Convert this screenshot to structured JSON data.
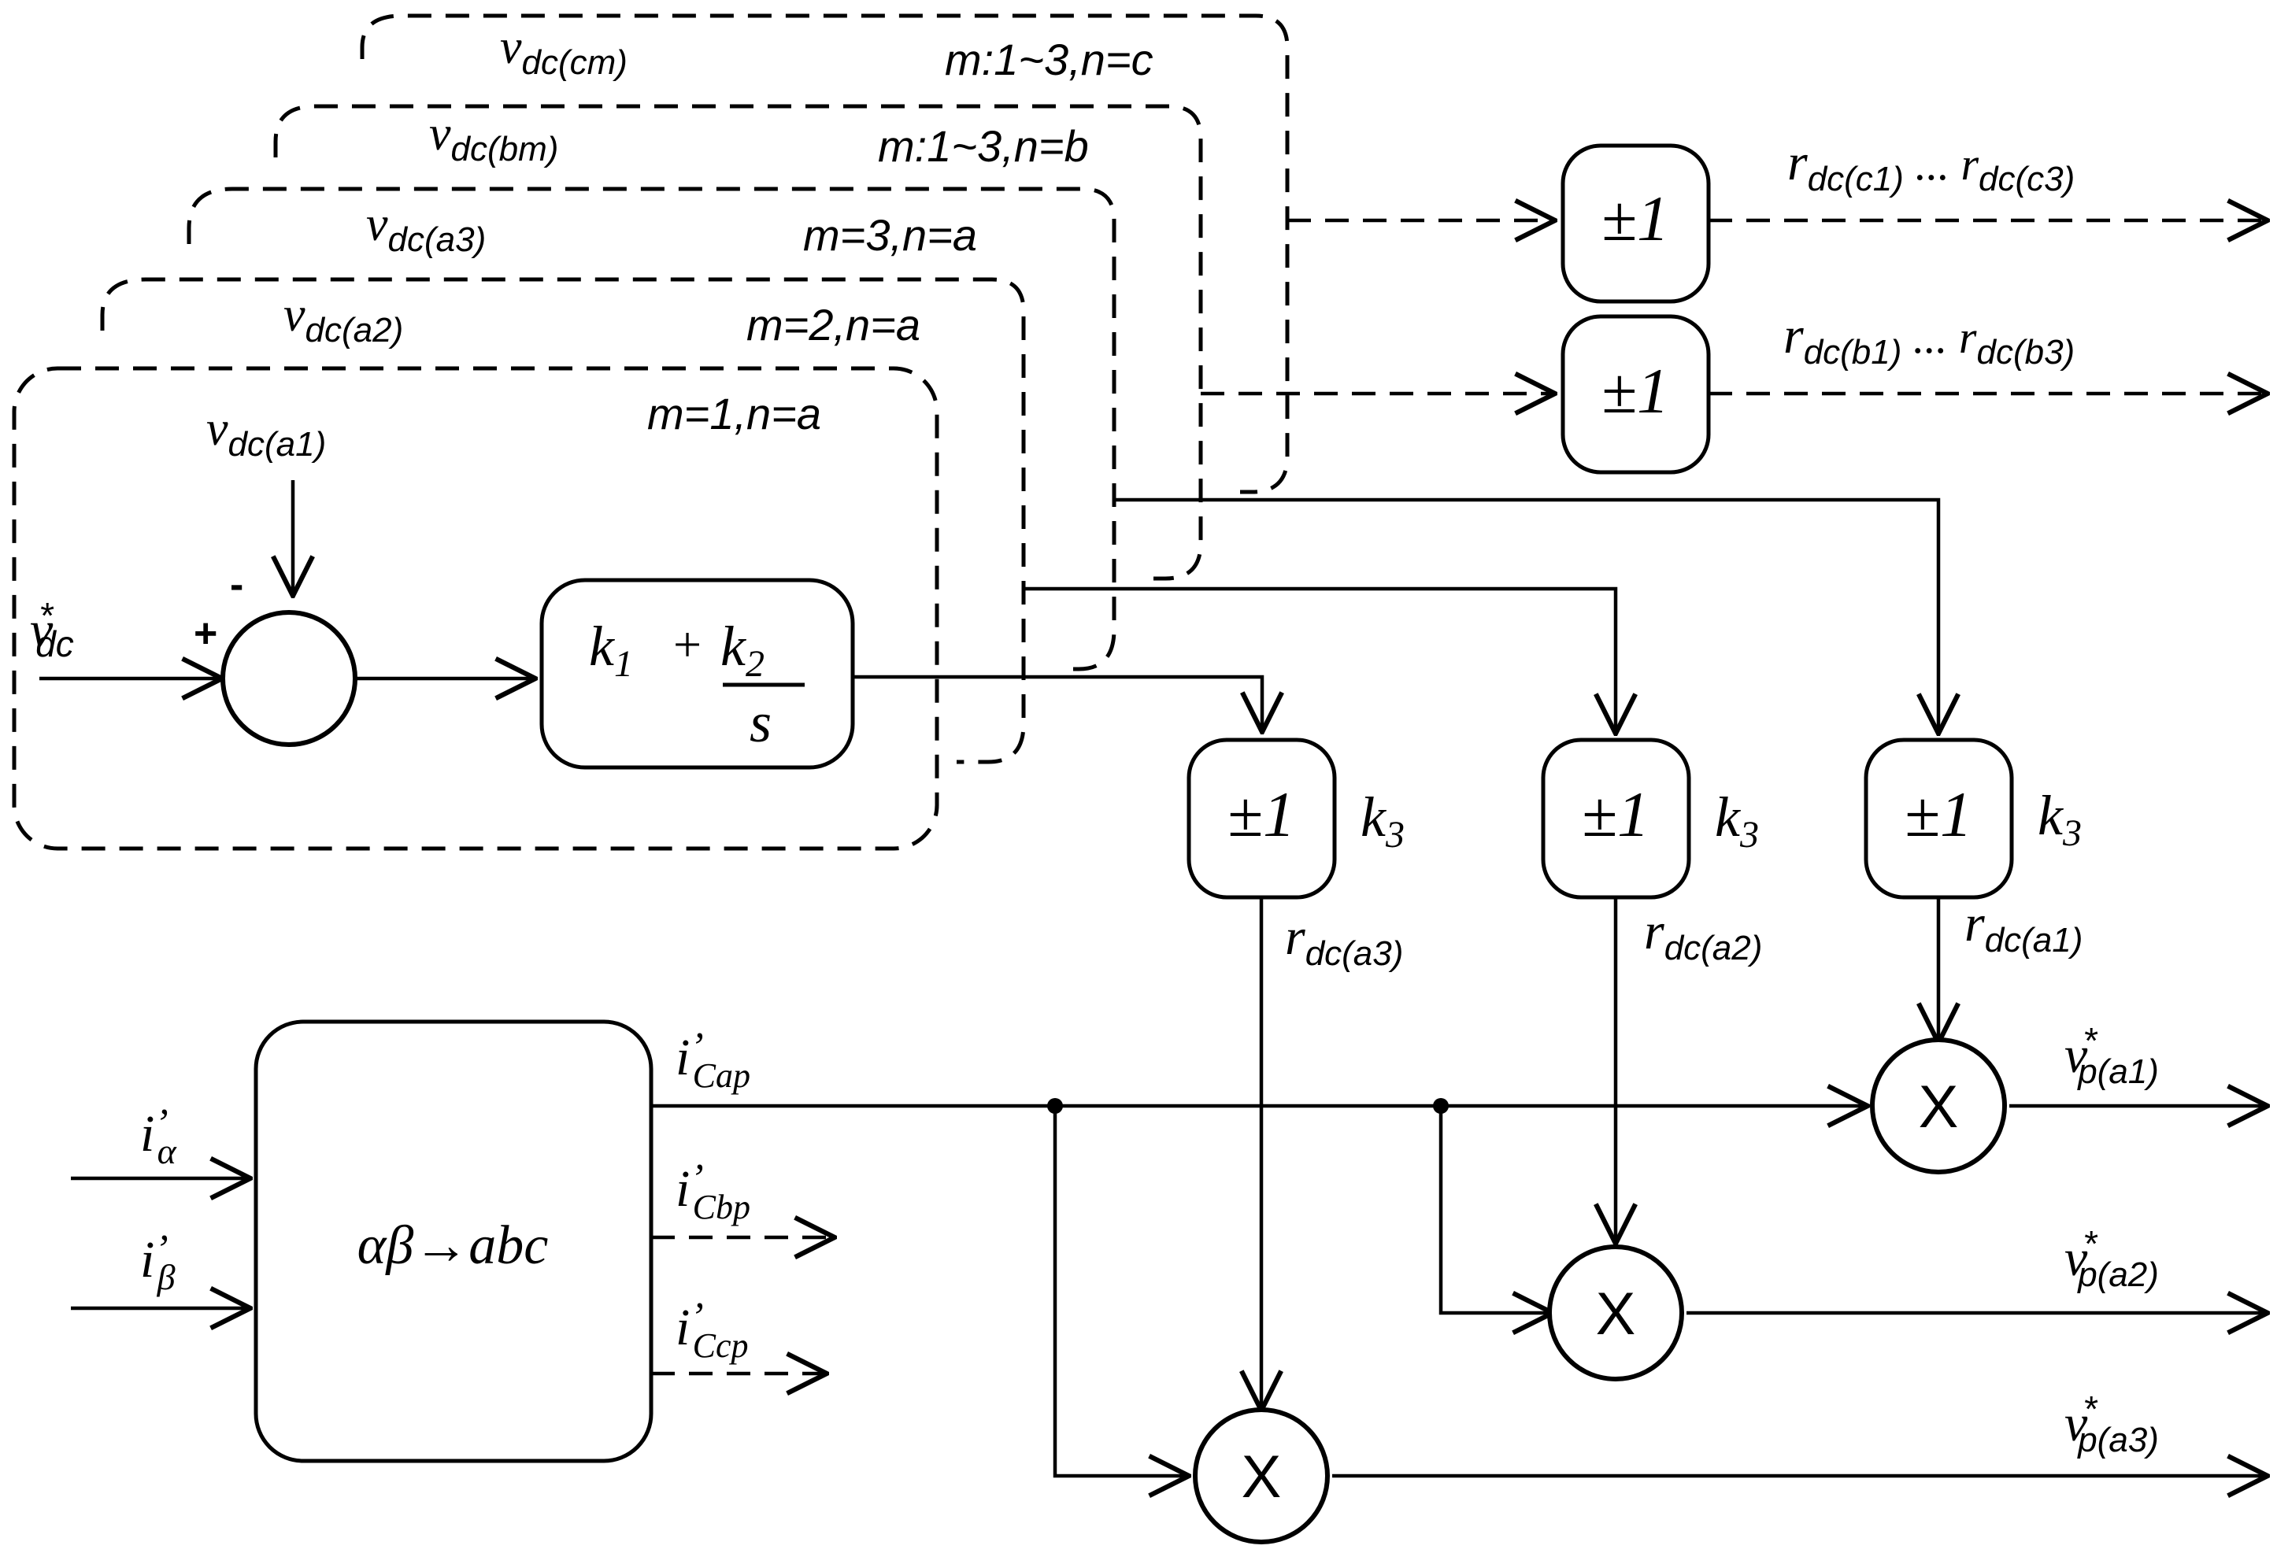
{
  "panels": [
    {
      "v_base": "v",
      "v_sub": "dc(a1)",
      "m": "m=1,n=a"
    },
    {
      "v_base": "v",
      "v_sub": "dc(a2)",
      "m": "m=2,n=a"
    },
    {
      "v_base": "v",
      "v_sub": "dc(a3)",
      "m": "m=3,n=a"
    },
    {
      "v_base": "v",
      "v_sub": "dc(bm)",
      "m": "m:1~3,n=b"
    },
    {
      "v_base": "v",
      "v_sub": "dc(cm)",
      "m": "m:1~3,n=c"
    }
  ],
  "reference": {
    "base": "v",
    "sup": "*",
    "sub": "dc"
  },
  "summer": {
    "plus": "+",
    "minus": "-"
  },
  "pi_block": {
    "k1": "k",
    "k1_sub": "1",
    "plus": "+",
    "k2": "k",
    "k2_sub": "2",
    "s": "s"
  },
  "sign_blocks": {
    "label": "±1",
    "gain_base": "k",
    "gain_sub": "3",
    "outputs": [
      {
        "base": "r",
        "sub": "dc(a3)"
      },
      {
        "base": "r",
        "sub": "dc(a2)"
      },
      {
        "base": "r",
        "sub": "dc(a1)"
      }
    ]
  },
  "upper_outputs": [
    {
      "text": "r",
      "sub1": "dc(c1)",
      "mid": " ... r",
      "sub2": "dc(c3)"
    },
    {
      "text": "r",
      "sub1": "dc(b1)",
      "mid": " ... r",
      "sub2": "dc(b3)"
    }
  ],
  "transform": {
    "label": "αβ→abc",
    "inputs": [
      {
        "base": "i",
        "prime": "’",
        "sub": "α"
      },
      {
        "base": "i",
        "prime": "’",
        "sub": "β"
      }
    ],
    "outputs": [
      {
        "base": "i",
        "prime": "’",
        "sub": "Cap"
      },
      {
        "base": "i",
        "prime": "’",
        "sub": "Cbp"
      },
      {
        "base": "i",
        "prime": "’",
        "sub": "Ccp"
      }
    ]
  },
  "multiplier_symbol": "X",
  "final_outputs": [
    {
      "base": "v",
      "sup": "*",
      "sub": "p(a1)"
    },
    {
      "base": "v",
      "sup": "*",
      "sub": "p(a2)"
    },
    {
      "base": "v",
      "sup": "*",
      "sub": "p(a3)"
    }
  ]
}
